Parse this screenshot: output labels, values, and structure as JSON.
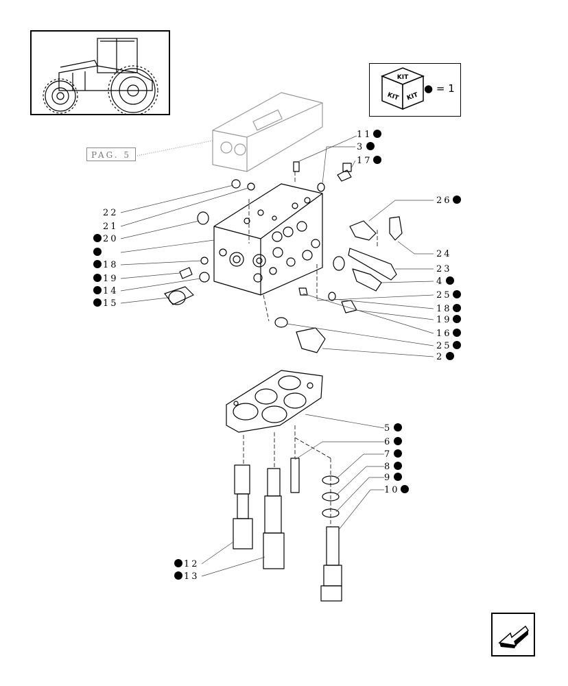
{
  "thumbnail": {
    "icon": "tractor-icon"
  },
  "kit_legend": {
    "cube_labels": [
      "KIT",
      "KIT",
      "KIT"
    ],
    "equals_text": "● = 1"
  },
  "page_reference": {
    "label": "PAG. 5"
  },
  "nav": {
    "icon": "next-page-arrow-icon"
  },
  "callouts_right": [
    {
      "num": "11",
      "kit": true
    },
    {
      "num": "3",
      "kit": true
    },
    {
      "num": "17",
      "kit": true
    },
    {
      "num": "26",
      "kit": true
    },
    {
      "num": "24",
      "kit": false
    },
    {
      "num": "23",
      "kit": false
    },
    {
      "num": "4",
      "kit": true
    },
    {
      "num": "25",
      "kit": true
    },
    {
      "num": "18",
      "kit": true
    },
    {
      "num": "19",
      "kit": true
    },
    {
      "num": "16",
      "kit": true
    },
    {
      "num": "25",
      "kit": true
    },
    {
      "num": "2",
      "kit": true
    },
    {
      "num": "5",
      "kit": true
    },
    {
      "num": "6",
      "kit": true
    },
    {
      "num": "7",
      "kit": true
    },
    {
      "num": "8",
      "kit": true
    },
    {
      "num": "9",
      "kit": true
    },
    {
      "num": "10",
      "kit": true
    }
  ],
  "callouts_left": [
    {
      "num": "22",
      "kit": false
    },
    {
      "num": "21",
      "kit": false
    },
    {
      "num": "20",
      "kit": true
    },
    {
      "num": "",
      "kit": true
    },
    {
      "num": "18",
      "kit": true
    },
    {
      "num": "19",
      "kit": true
    },
    {
      "num": "14",
      "kit": true
    },
    {
      "num": "15",
      "kit": true
    },
    {
      "num": "12",
      "kit": true
    },
    {
      "num": "13",
      "kit": true
    }
  ]
}
